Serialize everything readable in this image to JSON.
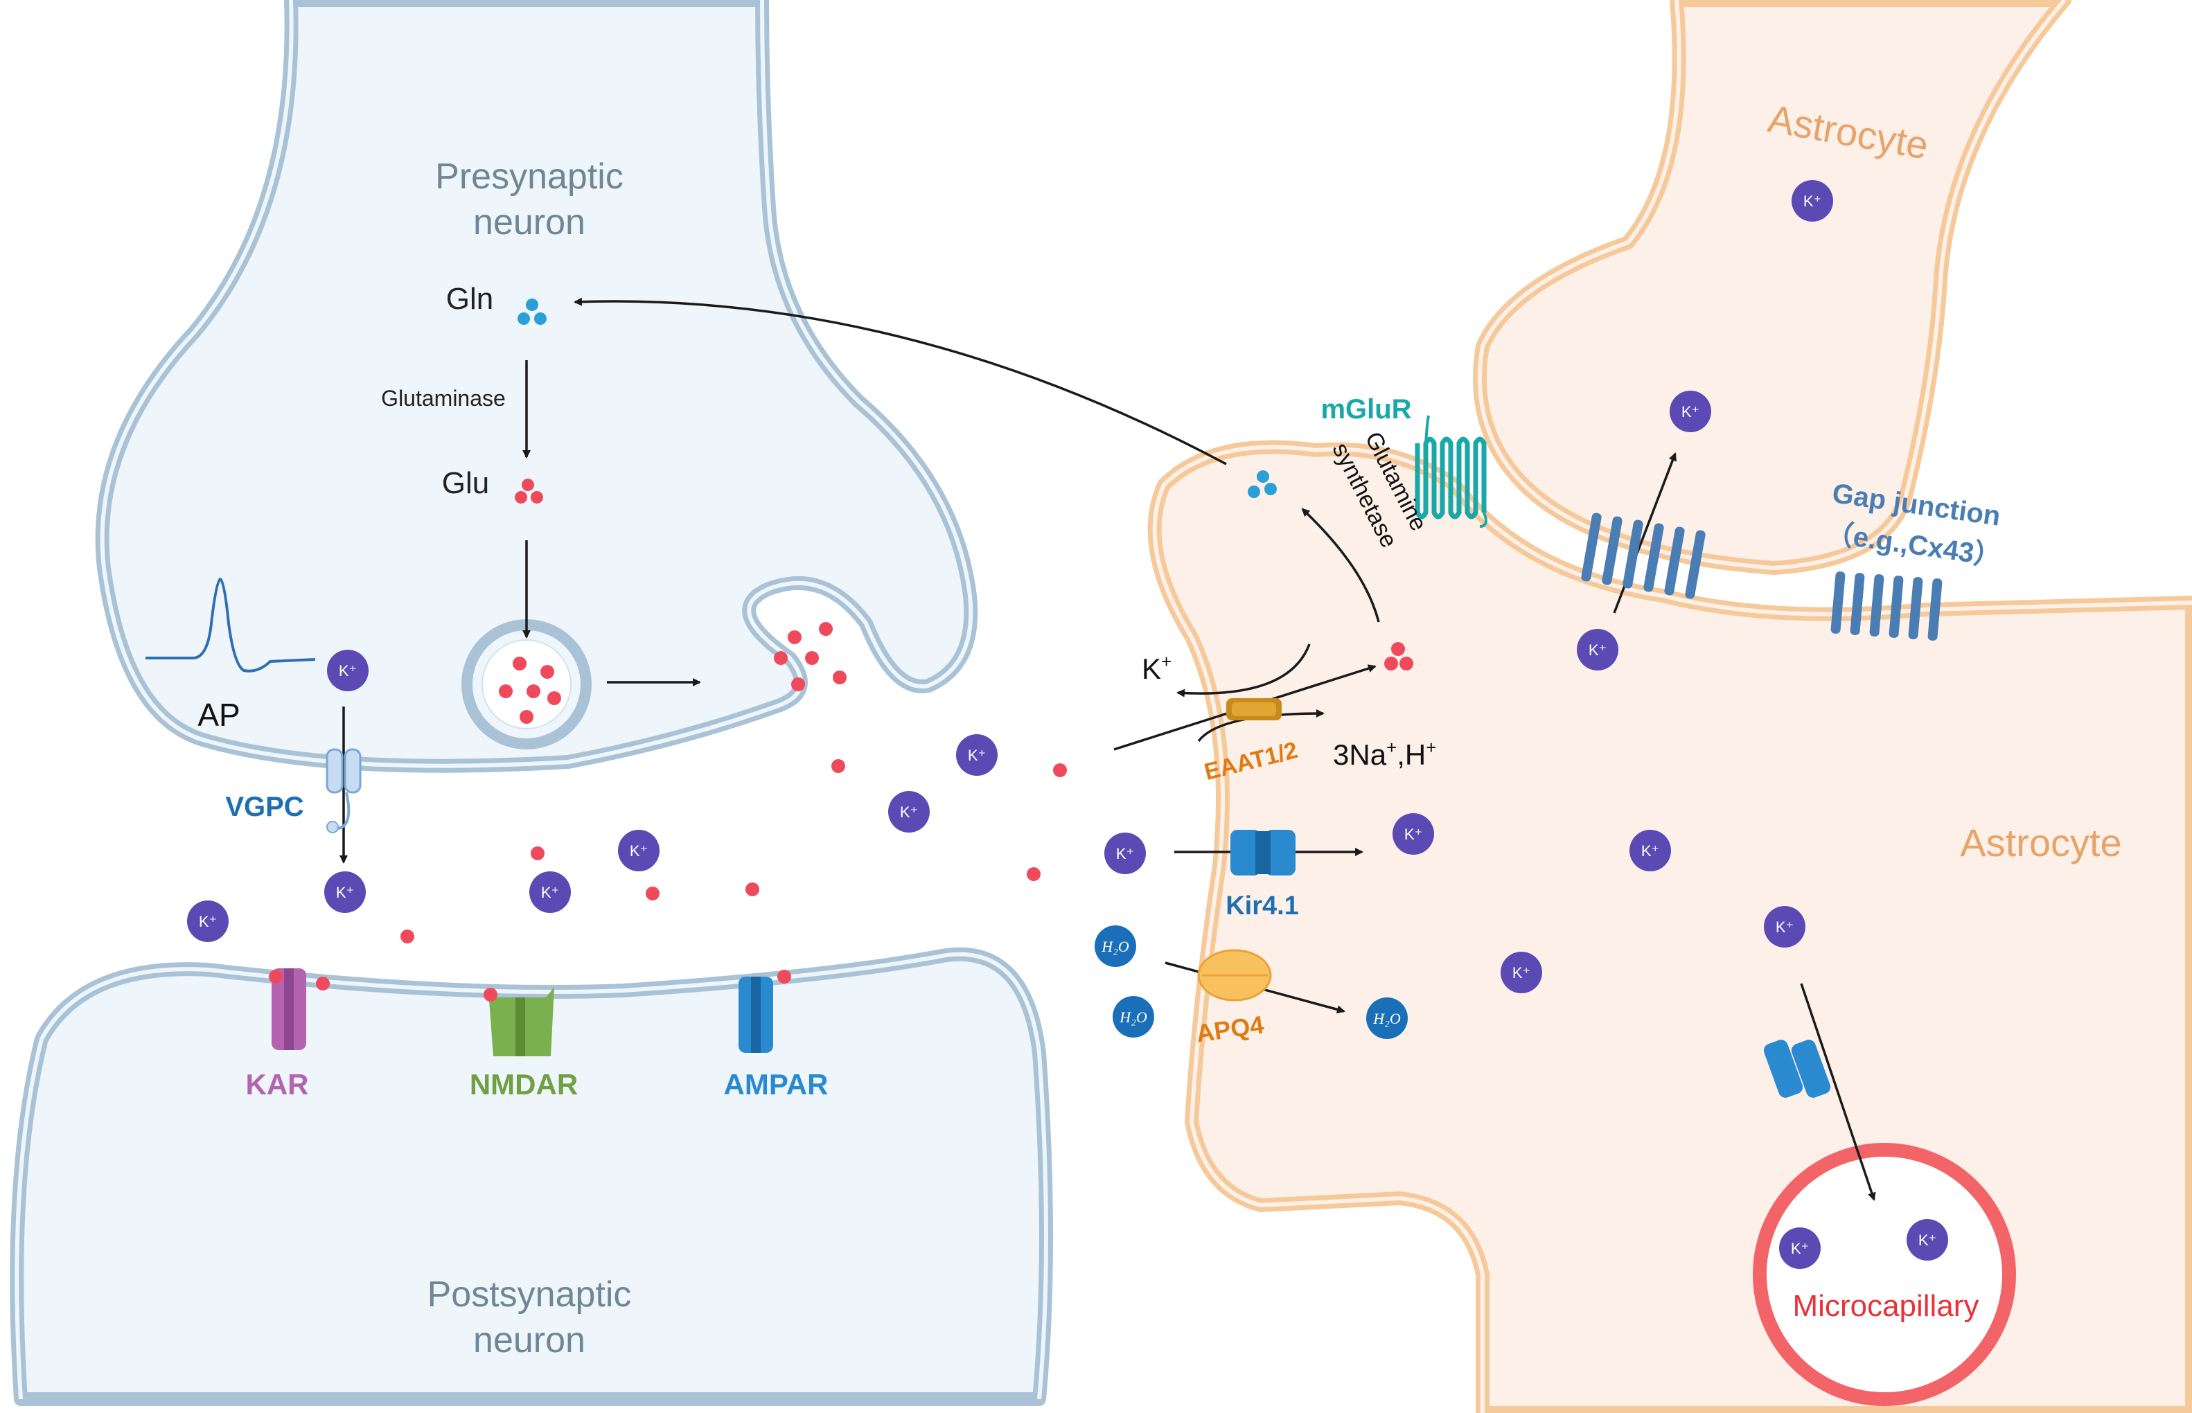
{
  "labels": {
    "presynaptic_line1": "Presynaptic",
    "presynaptic_line2": "neuron",
    "postsynaptic_line1": "Postsynaptic",
    "postsynaptic_line2": "neuron",
    "astrocyte_top": "Astrocyte",
    "astrocyte_right": "Astrocyte",
    "gln": "Gln",
    "glu": "Glu",
    "glutaminase": "Glutaminase",
    "ap": "AP",
    "vgpc": "VGPC",
    "kar": "KAR",
    "nmdar": "NMDAR",
    "ampar": "AMPAR",
    "mglur": "mGluR",
    "glutamine_line1": "Glutamine",
    "glutamine_line2": "synthetase",
    "k_out_base": "K",
    "k_out_sup": "+",
    "eaat": "EAAT1/2",
    "na_base": "3Na",
    "na_sup1": "+",
    "na_mid": ",H",
    "na_sup2": "+",
    "kir": "Kir4.1",
    "apq4": "APQ4",
    "gap_line1": "Gap junction",
    "gap_line2": "（e.g.,Cx43）",
    "microcapillary": "Microcapillary"
  },
  "ion_labels": {
    "potassium": "K⁺",
    "water": "H₂O"
  },
  "colors": {
    "neuron_fill": "#eef5fb",
    "neuron_membrane": "#a9c2d6",
    "astrocyte_fill": "#fcf0e8",
    "astrocyte_membrane": "#f6c99a",
    "astrocyte_text": "#e8a36a",
    "neuron_text": "#6f8695",
    "potassium": "#5b4ab3",
    "glutamate": "#ef4a5c",
    "glutamine": "#2a9fd8",
    "water": "#1a6fb8",
    "receptor_label_blue": "#1e6fb2",
    "kar_color": "#b463b0",
    "nmdar_color": "#6fa044",
    "ampar_color": "#2a8ad0",
    "mglur_color": "#1aa7a7",
    "eaat_color": "#e07b14",
    "gap_color": "#4a7db3",
    "capillary": "#f26468"
  }
}
